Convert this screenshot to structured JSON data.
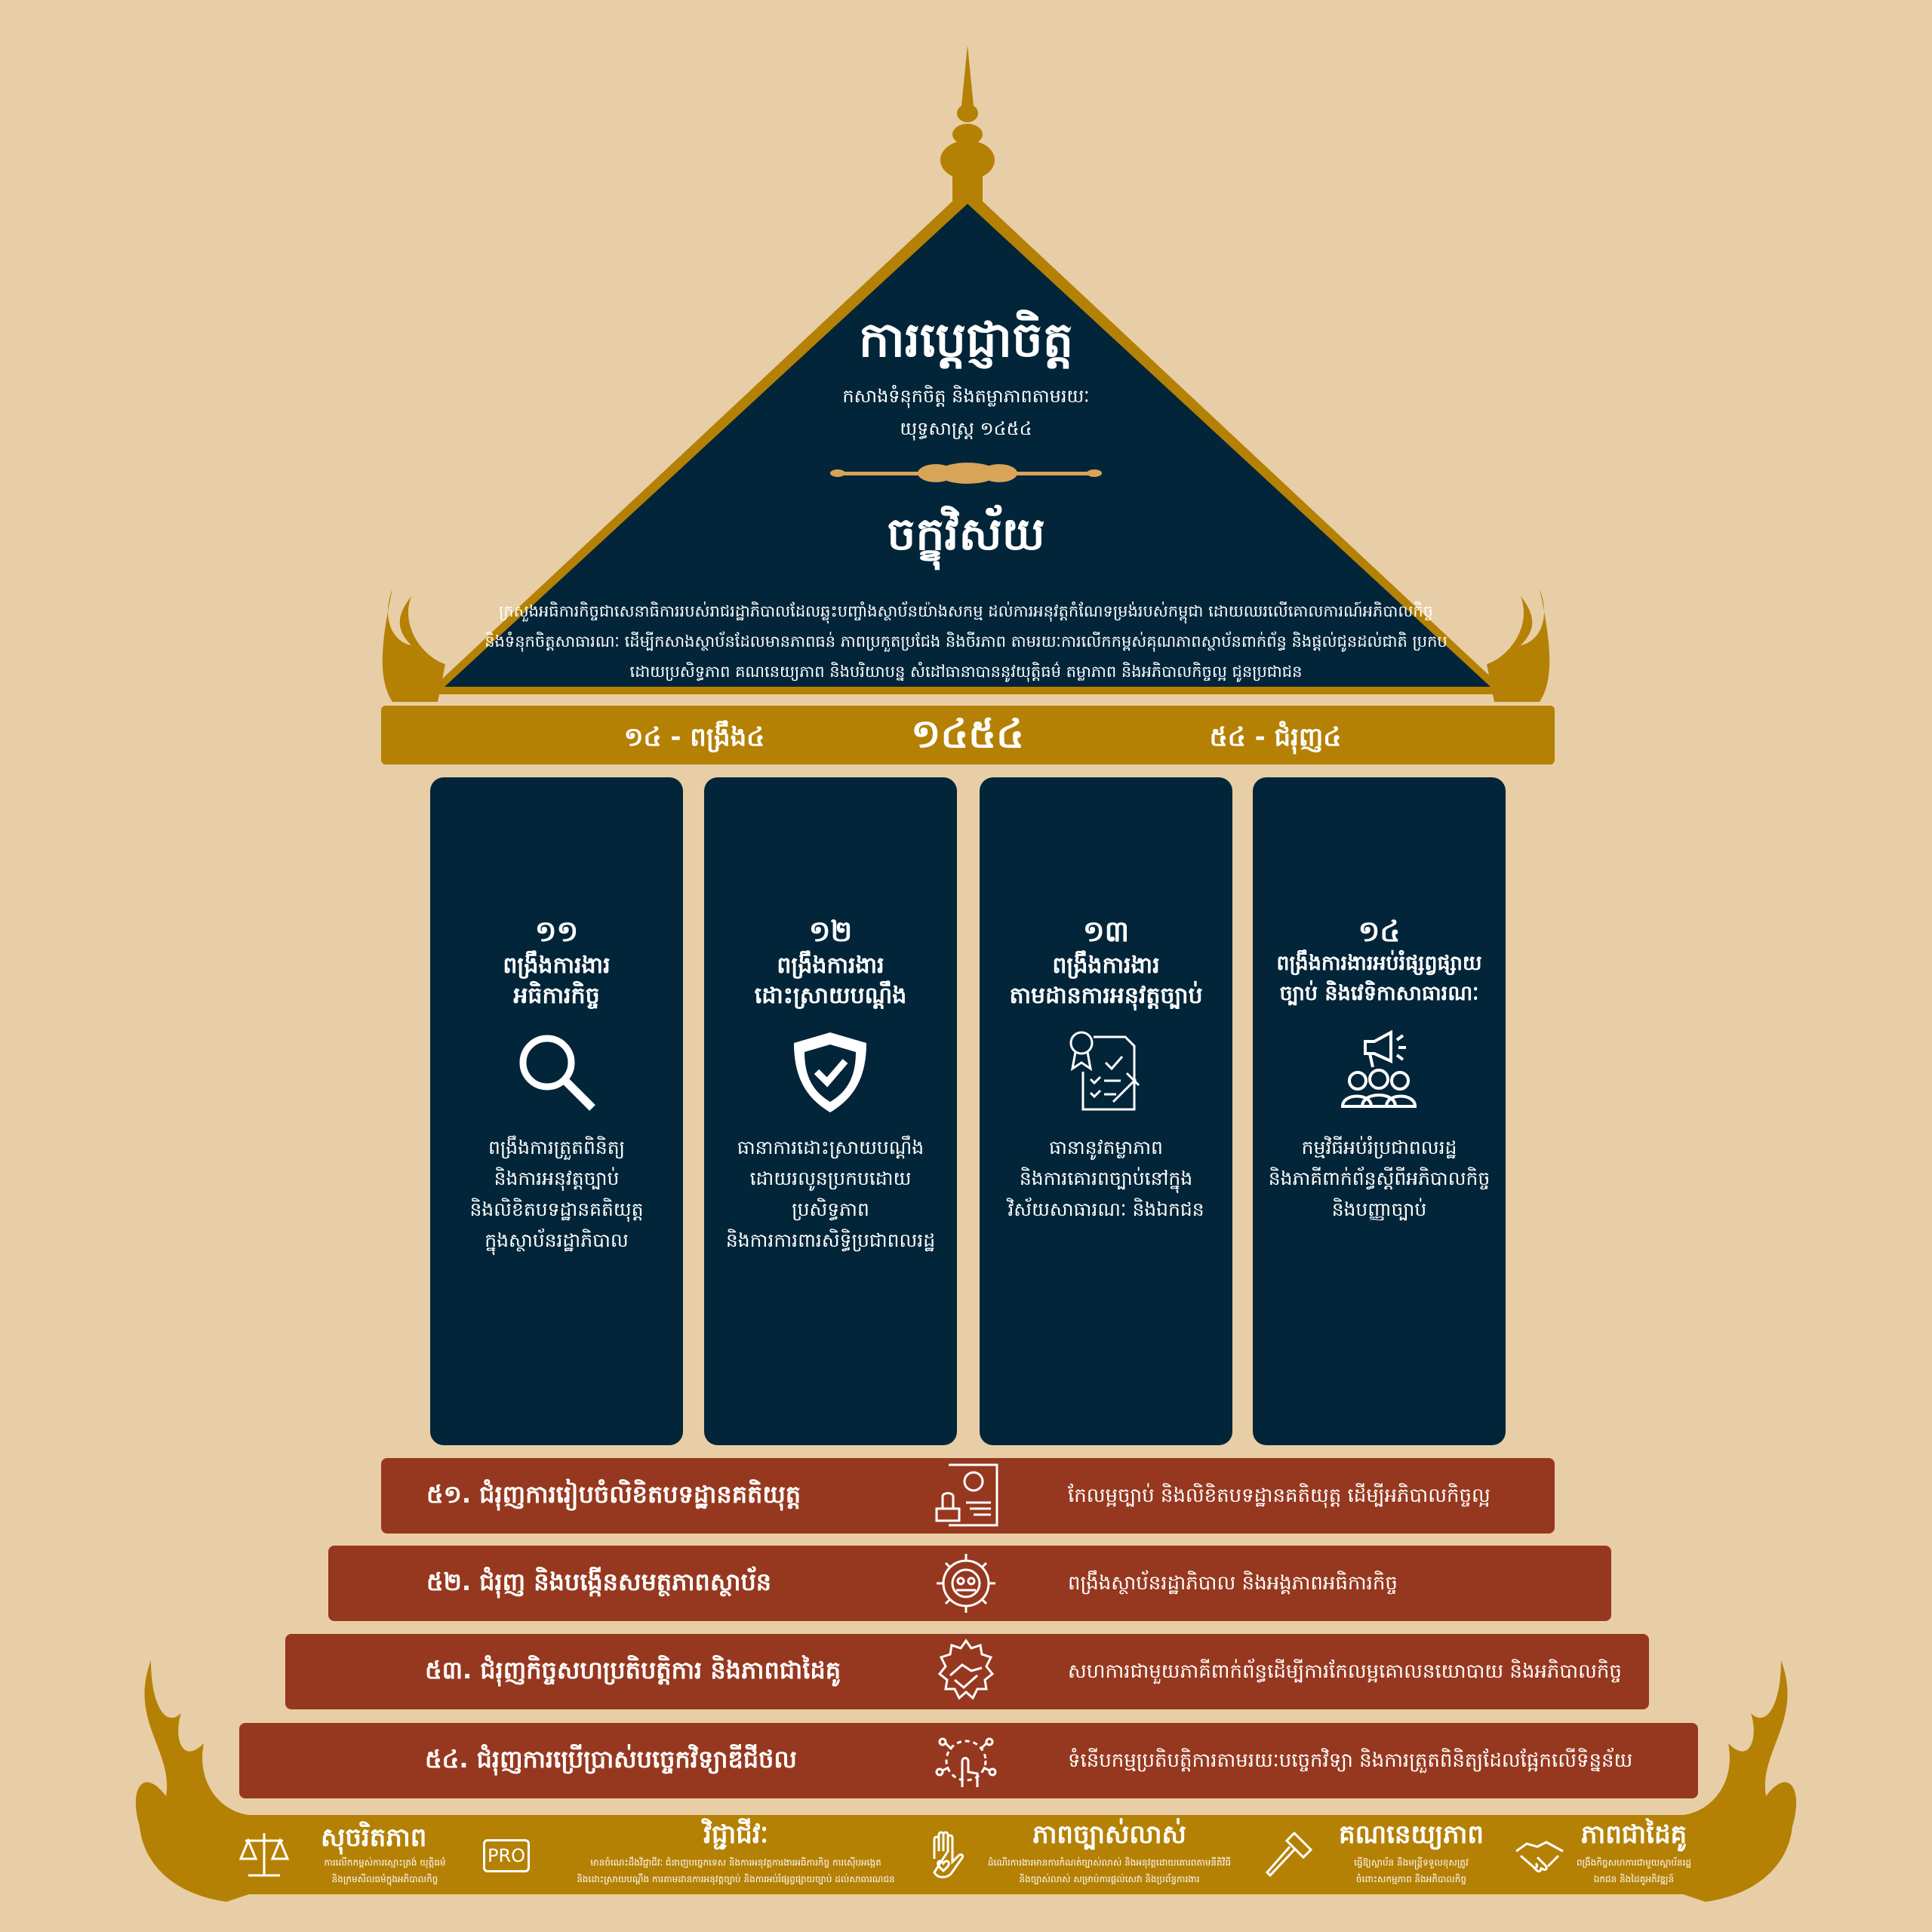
{
  "colors": {
    "background": "#e8cea6",
    "navy": "#022539",
    "gold": "#b58105",
    "brown": "#96381f"
  },
  "roof": {
    "title": "ការប្ដេជ្ញាចិត្ត",
    "subtitle_line1": "កសាងទំនុកចិត្ត និងតម្លាភាពតាមរយៈ",
    "subtitle_line2": "យុទ្ធសាស្ត្រ ១៤៥៤",
    "vision_title": "ចក្ខុវិស័យ",
    "vision_lines": [
      "ក្រសួងអធិការកិច្ចជាសេនាធិការរបស់រាជរដ្ឋាភិបាលដែលឆ្លុះបញ្ចាំងស្ថាប័នយ៉ាងសកម្ម ដល់ការអនុវត្តកំណែទម្រង់របស់កម្ពុជា ដោយឈរលើគោលការណ៍អភិបាលកិច្ច",
      "និងទំនុកចិត្តសាធារណៈ ដើម្បីកសាងស្ថាប័នដែលមានភាពធន់ ភាពប្រកួតប្រជែង និងចីរភាព តាមរយៈការលើកកម្ពស់គុណភាពស្ថាប័នពាក់ព័ន្ធ និងផ្ដល់ជូនដល់ជាតិ ប្រកប",
      "ដោយប្រសិទ្ធភាព គណនេយ្យភាព និងបរិយាបន្ន សំដៅធានាបាននូវយុត្តិធម៌ តម្លាភាព និងអភិបាលកិច្ចល្អ ជូនប្រជាជន"
    ]
  },
  "goldbar": {
    "left": "១៤ - ពង្រឹង៤",
    "center": "១៤៥៤",
    "right": "៥៤ - ជំរុញ៤"
  },
  "pillars": [
    {
      "num": "១១",
      "title1": "ពង្រឹងការងារ",
      "title2": "អធិការកិច្ច",
      "icon": "search-icon",
      "desc": [
        "ពង្រឹងការត្រួតពិនិត្យ",
        "និងការអនុវត្តច្បាប់",
        "និងលិខិតបទដ្ឋានគតិយុត្ត",
        "ក្នុងស្ថាប័នរដ្ឋាភិបាល"
      ]
    },
    {
      "num": "១២",
      "title1": "ពង្រឹងការងារ",
      "title2": "ដោះស្រាយបណ្ដឹង",
      "icon": "shield-check-icon",
      "desc": [
        "ធានាការដោះស្រាយបណ្ដឹង",
        "ដោយរលូនប្រកបដោយប្រសិទ្ធភាព",
        "និងការការពារសិទ្ធិប្រជាពលរដ្ឋ"
      ]
    },
    {
      "num": "១៣",
      "title1": "ពង្រឹងការងារ",
      "title2": "តាមដានការអនុវត្តច្បាប់",
      "icon": "law-document-icon",
      "desc": [
        "ធានានូវតម្លាភាព",
        "និងការគោរពច្បាប់នៅក្នុង",
        "វិស័យសាធារណៈ និងឯកជន"
      ]
    },
    {
      "num": "១៤",
      "title1": "ពង្រឹងការងារអប់រំផ្សព្វផ្សាយ",
      "title2": "ច្បាប់ និងវេទិកាសាធារណៈ",
      "icon": "megaphone-people-icon",
      "desc": [
        "កម្មវិធីអប់រំប្រជាពលរដ្ឋ",
        "និងភាគីពាក់ព័ន្ធស្ដីពីអភិបាលកិច្ច",
        "និងបញ្ញាច្បាប់"
      ]
    }
  ],
  "steps": [
    {
      "label": "៥១. ជំរុញការរៀបចំលិខិតបទដ្ឋានគតិយុត្ត",
      "icon": "legal-document-stamp-icon",
      "desc": "កែលម្អច្បាប់ និងលិខិតបទដ្ឋានគតិយុត្ត ដើម្បីអភិបាលកិច្ចល្អ"
    },
    {
      "label": "៥២. ជំរុញ និងបង្កើនសមត្ថភាពស្ថាប័ន",
      "icon": "gear-team-icon",
      "desc": "ពង្រឹងស្ថាប័នរដ្ឋាភិបាល និងអង្គភាពអធិការកិច្ច"
    },
    {
      "label": "៥៣. ជំរុញកិច្ចសហប្រតិបត្តិការ និងភាពជាដៃគូ",
      "icon": "handshake-gear-icon",
      "desc": "សហការជាមួយភាគីពាក់ព័ន្ធដើម្បីការកែលម្អគោលនយោបាយ និងអភិបាលកិច្ច"
    },
    {
      "label": "៥៤. ជំរុញការប្រើប្រាស់បច្ចេកវិទ្យាឌីជីថល",
      "icon": "digital-hand-icon",
      "desc": "ទំនើបកម្មប្រតិបត្តិការតាមរយៈបច្ចេកវិទ្យា និងការត្រួតពិនិត្យដែលផ្អែកលើទិន្នន័យ"
    }
  ],
  "values": [
    {
      "title": "សុចរិតភាព",
      "icon": "scales-icon",
      "desc": [
        "ការលើកកម្ពស់ការស្មោះត្រង់ យុត្តិធម៌",
        "និងក្រមសីលធម៌ក្នុងអភិបាលកិច្ច"
      ]
    },
    {
      "title": "វិជ្ជាជីវៈ",
      "icon": "pro-badge-icon",
      "icon_text": "PRO",
      "desc": [
        "មានចំណេះដឹងវិជ្ជាជីវៈ ជំនាញបច្ចេកទេស និងការអនុវត្តការងារអធិការកិច្ច ការស៊ើបអង្កេត",
        "និងដោះស្រាយបណ្ដឹង ការតាមដានការអនុវត្តច្បាប់ និងការអប់រំផ្សព្វផ្សាយច្បាប់ ដល់សាធារណជន"
      ]
    },
    {
      "title": "ភាពច្បាស់លាស់",
      "icon": "hand-heart-icon",
      "desc": [
        "ដំណើរការងារមានការកំណត់ច្បាស់លាស់ និងអនុវត្តដោយគោរពតាមនីតិវិធី",
        "និងច្បាស់លាស់ សម្រាប់ការផ្ដល់សេវា និងប្រព័ន្ធការងារ"
      ]
    },
    {
      "title": "គណនេយ្យភាព",
      "icon": "gavel-icon",
      "desc": [
        "ធ្វើឱ្យស្ថាប័ន និងមន្ត្រីទទួលខុសត្រូវ",
        "ចំពោះសកម្មភាព និងអភិបាលកិច្ច"
      ]
    },
    {
      "title": "ភាពជាដៃគូ",
      "icon": "handshake-icon",
      "desc": [
        "ពង្រឹងកិច្ចសហការជាមួយស្ថាប័នរដ្ឋ",
        "ឯកជន និងដៃគូអភិវឌ្ឍន៍"
      ]
    }
  ]
}
